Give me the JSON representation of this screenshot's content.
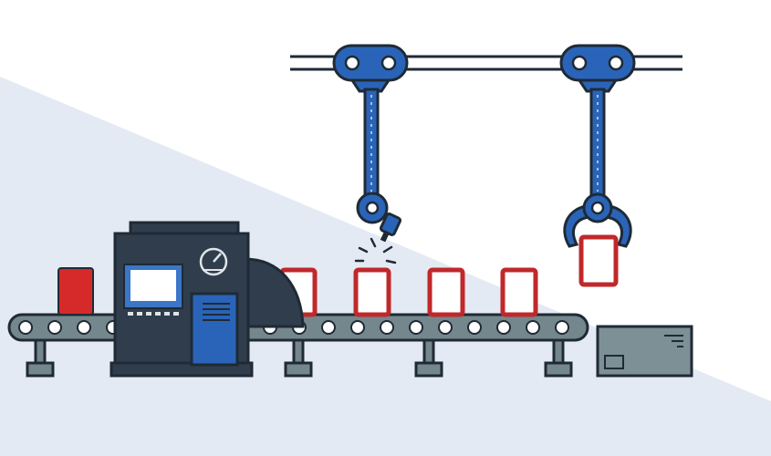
{
  "palette": {
    "background": "#ffffff",
    "floor_tint": "#e4eaf3",
    "outline": "#1f2a36",
    "machine_body": "#2f3d4c",
    "robot_blue": "#2a64b8",
    "robot_blue_light": "#3a78d0",
    "conveyor_gray": "#74878d",
    "rail_gray": "#dfe4e8",
    "product_red": "#d62a2a",
    "product_outline_red": "#c0282b",
    "screen_blue": "#3b76c7",
    "box_gray": "#7d9095"
  },
  "icons": [
    "overhead-rail",
    "robot-arm-welder",
    "robot-arm-gripper",
    "assembly-machine",
    "pressure-gauge",
    "control-screen",
    "conveyor-belt",
    "weld-sparks",
    "shipping-box"
  ]
}
